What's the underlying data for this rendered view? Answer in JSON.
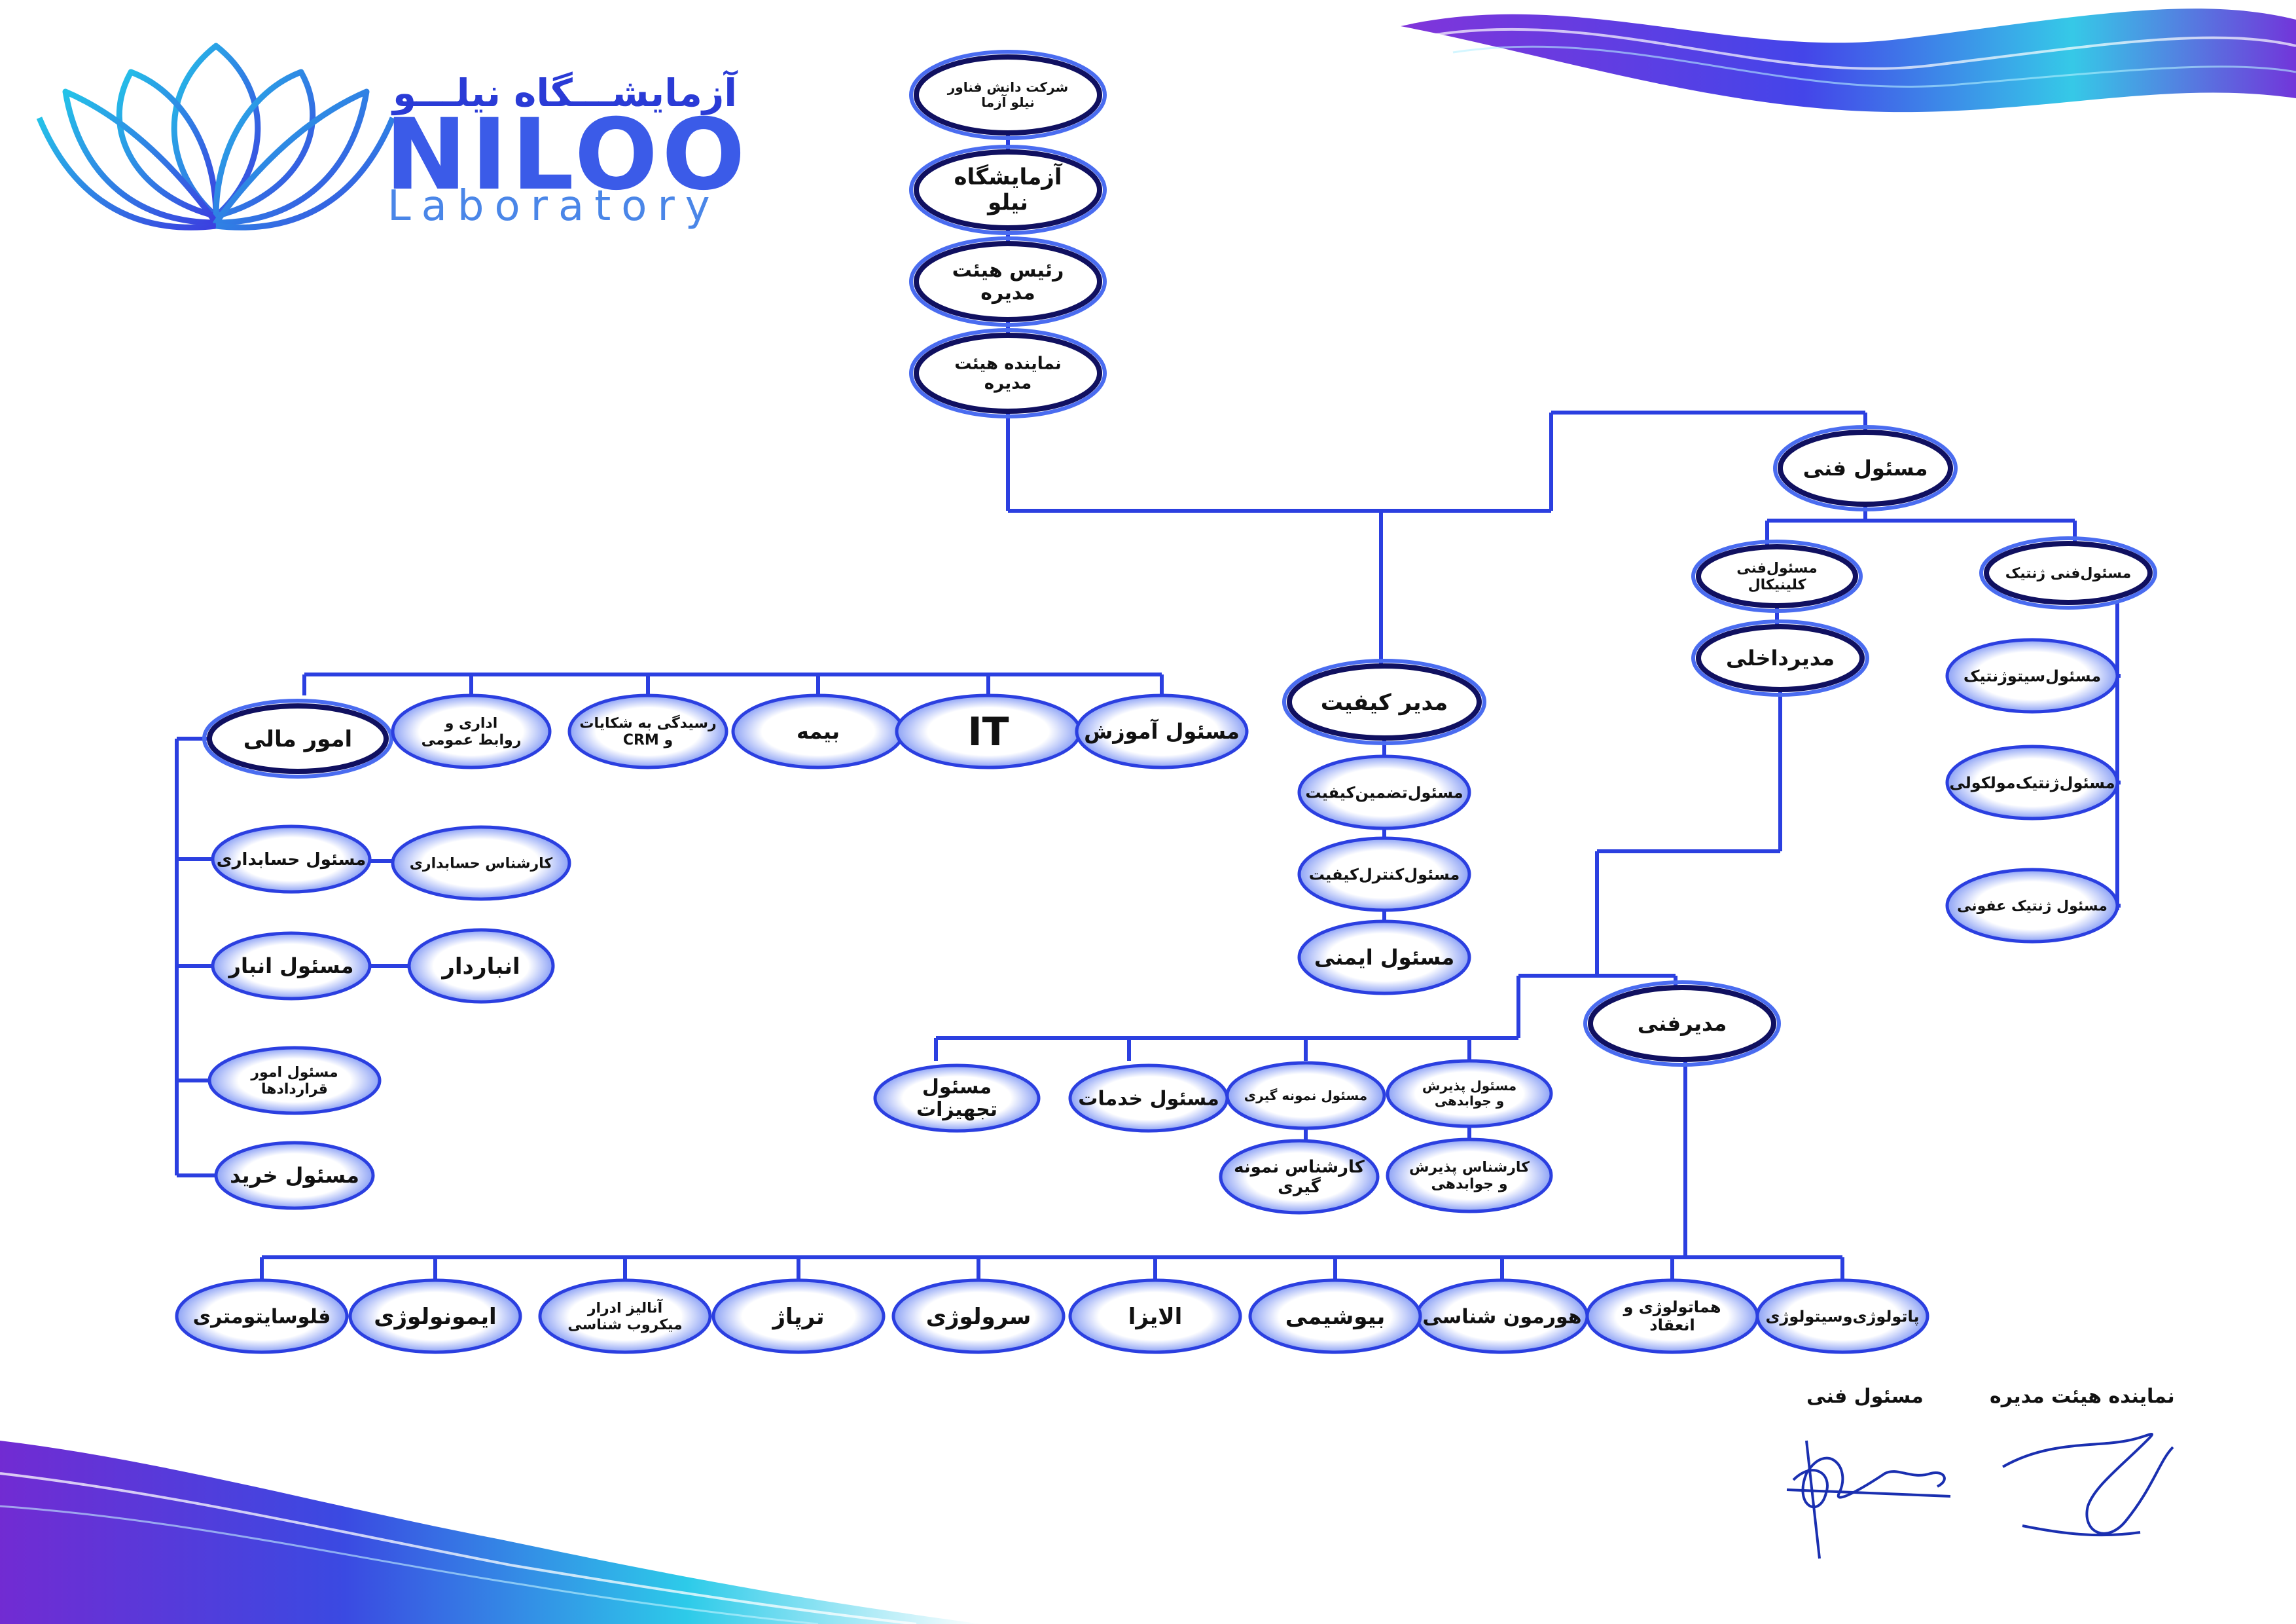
{
  "brand": {
    "name_fa": "آزمایشـــگاه نیلـــو",
    "name_en": "NILOO",
    "subtitle": "Laboratory"
  },
  "colors": {
    "line": "#2b3fe0",
    "node_stroke": "#101060",
    "node_fill_light": "#ffffff",
    "node_fill_blue": "#4a6cf0"
  },
  "nodes": {
    "company": "شرکت دانش فناور نیلو آزما",
    "lab": "آزمایشگاه نیلو",
    "board_chair": "رئیس هیئت مدیره",
    "board_rep": "نماینده هیئت مدیره",
    "technical_head": "مسئول فنی",
    "tech_clinical": "مسئول‌فنی کلینیکال",
    "tech_genetics": "مسئول‌فنی ژنتیک",
    "internal_manager": "مدیرداخلی",
    "cytogenetics": "مسئول‌سیتوژنتیک",
    "molecular_genetics": "مسئول‌ژنتیک‌مولکولی",
    "infectious_genetics": "مسئول ژنتیک عفونی",
    "quality_manager": "مدیر کیفیت",
    "qa": "مسئول‌تضمین‌کیفیت",
    "qc": "مسئول‌کنترل‌کیفیت",
    "safety": "مسئول ایمنی",
    "finance": "امور مالی",
    "admin_pr": "اداری و روابط عمومی",
    "complaints_crm": "رسیدگی به شکایات و CRM",
    "insurance": "بیمه",
    "it": "IT",
    "training": "مسئول آموزش",
    "accounting_head": "مسئول حسابداری",
    "accounting_expert": "کارشناس حسابداری",
    "warehouse_head": "مسئول انبار",
    "warehouse_keeper": "انباردار",
    "contracts": "مسئول امور قراردادها",
    "purchasing": "مسئول خرید",
    "technical_manager": "مدیرفنی",
    "reception_head": "مسئول پذیرش و جوابدهی",
    "sampling_head": "مسئول نمونه گیری",
    "services_head": "مسئول خدمات",
    "equipment_head": "مسئول تجهیزات",
    "reception_expert": "کارشناس پذیرش و جوابدهی",
    "sampling_expert": "کارشناس نمونه گیری"
  },
  "departments": [
    "پاتولوژی‌وسیتولوژی",
    "هماتولوژی و انعقاد",
    "هورمون شناسی",
    "بیوشیمی",
    "الایزا",
    "سرولوژی",
    "ترپاژ",
    "آنالیز ادرار میکروب شناسی",
    "ایمونولوژی",
    "فلوسایتومتری"
  ],
  "signatures": {
    "technical_label": "مسئول فنی",
    "board_label": "نماینده هیئت مدیره"
  }
}
